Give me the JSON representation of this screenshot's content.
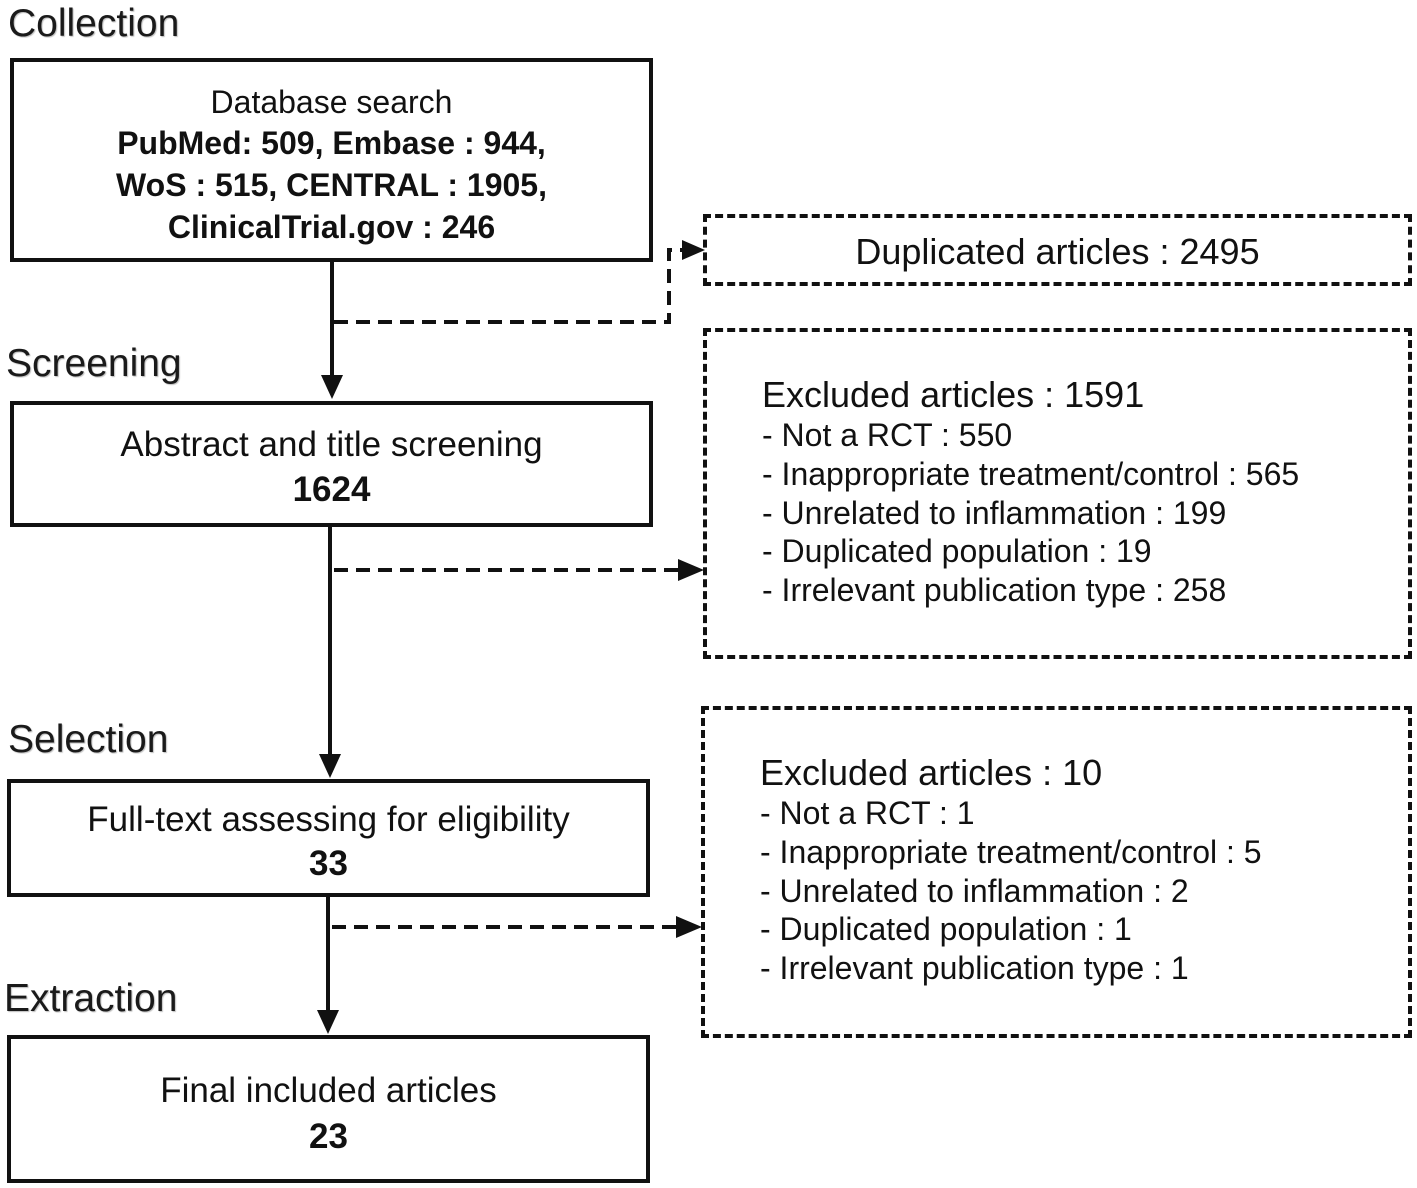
{
  "stages": {
    "collection": "Collection",
    "screening": "Screening",
    "selection": "Selection",
    "extraction": "Extraction"
  },
  "boxes": {
    "database_search": {
      "title": "Database search",
      "lines": [
        "PubMed: 509, Embase : 944,",
        "WoS : 515, CENTRAL : 1905,",
        "ClinicalTrial.gov : 246"
      ]
    },
    "screening": {
      "title": "Abstract and title screening",
      "count": "1624"
    },
    "selection": {
      "title": "Full-text assessing for eligibility",
      "count": "33"
    },
    "final": {
      "title": "Final included articles",
      "count": "23"
    }
  },
  "exclusions": {
    "duplicates": "Duplicated articles : 2495",
    "screening": {
      "title": "Excluded articles : 1591",
      "items": [
        "- Not a RCT : 550",
        "- Inappropriate treatment/control : 565",
        "- Unrelated to inflammation : 199",
        "- Duplicated population : 19",
        "- Irrelevant publication type : 258"
      ]
    },
    "selection": {
      "title": "Excluded articles : 10",
      "items": [
        "- Not a RCT : 1",
        "- Inappropriate treatment/control : 5",
        "- Unrelated to inflammation : 2",
        "- Duplicated population : 1",
        "- Irrelevant publication type : 1"
      ]
    }
  },
  "colors": {
    "stroke": "#111111",
    "background": "#ffffff"
  }
}
